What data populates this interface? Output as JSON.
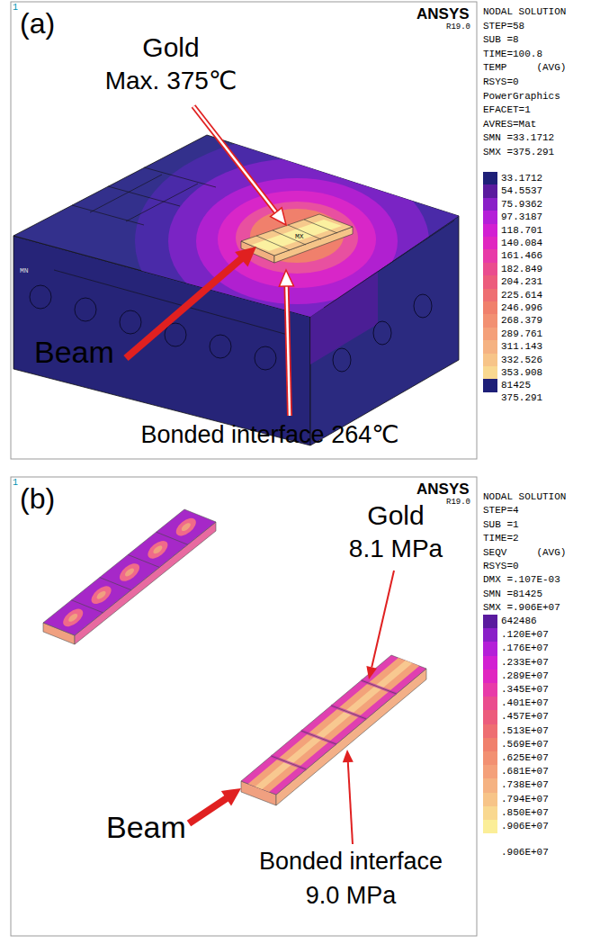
{
  "diagram": {
    "labels": [
      "1",
      "(a)",
      "ANSYS",
      "R19.0",
      "NODAL SOLUTION",
      "STEP=58",
      "SUB =8",
      "TIME=100.8",
      "TEMP     (AVG)",
      "RSYS=0",
      "PowerGraphics",
      "EFACET=1",
      "AVRES=Mat",
      "SMN =33.1712",
      "SMX =375.291",
      "375.291",
      "Gold",
      "Max. 375℃",
      "MX",
      "MN",
      "Beam",
      "Bonded interface 264℃",
      "1",
      "(b)",
      "ANSYS",
      "R19.0",
      "NODAL SOLUTION",
      "STEP=4",
      "SUB =1",
      "TIME=2",
      "SEQV     (AVG)",
      "RSYS=0",
      "DMX =.107E-03",
      "SMN =81425",
      "SMX =.906E+07",
      ".906E+07",
      "Gold",
      "8.1 MPa",
      "Beam",
      "Bonded interface",
      "9.0 MPa"
    ],
    "legend": [
      {
        "text": "33.1712",
        "color": "#1e1f78"
      },
      {
        "text": "54.5537",
        "color": "#5a1a9e"
      },
      {
        "text": "75.9362",
        "color": "#8a1fc8"
      },
      {
        "text": "97.3187",
        "color": "#b41fd8"
      },
      {
        "text": "118.701",
        "color": "#d21fd2"
      },
      {
        "text": "140.084",
        "color": "#e026c0"
      },
      {
        "text": "161.466",
        "color": "#e83aa8"
      },
      {
        "text": "182.849",
        "color": "#ea4c8e"
      },
      {
        "text": "204.231",
        "color": "#ec5c7c"
      },
      {
        "text": "225.614",
        "color": "#ee6e72"
      },
      {
        "text": "246.996",
        "color": "#f0806c"
      },
      {
        "text": "268.379",
        "color": "#f29072"
      },
      {
        "text": "289.761",
        "color": "#f4a07a"
      },
      {
        "text": "311.143",
        "color": "#f5b282"
      },
      {
        "text": "332.526",
        "color": "#f7c488"
      },
      {
        "text": "353.908",
        "color": "#f9d890"
      },
      {
        "text": "81425",
        "color": "#1e1f78"
      },
      {
        "text": "642486",
        "color": "#5a1a9e"
      },
      {
        "text": ".120E+07",
        "color": "#8a1fc8"
      },
      {
        "text": ".176E+07",
        "color": "#b41fd8"
      },
      {
        "text": ".233E+07",
        "color": "#d21fd2"
      },
      {
        "text": ".289E+07",
        "color": "#e026c0"
      },
      {
        "text": ".345E+07",
        "color": "#e83aa8"
      },
      {
        "text": ".401E+07",
        "color": "#ea4c8e"
      },
      {
        "text": ".457E+07",
        "color": "#ec5c7c"
      },
      {
        "text": ".513E+07",
        "color": "#ee6e72"
      },
      {
        "text": ".569E+07",
        "color": "#f0806c"
      },
      {
        "text": ".625E+07",
        "color": "#f29072"
      },
      {
        "text": ".681E+07",
        "color": "#f4a07a"
      },
      {
        "text": ".738E+07",
        "color": "#f5b282"
      },
      {
        "text": ".794E+07",
        "color": "#f7c488"
      },
      {
        "text": ".850E+07",
        "color": "#f9d890"
      },
      {
        "text": ".906E+07",
        "color": "#fbee98"
      }
    ]
  }
}
